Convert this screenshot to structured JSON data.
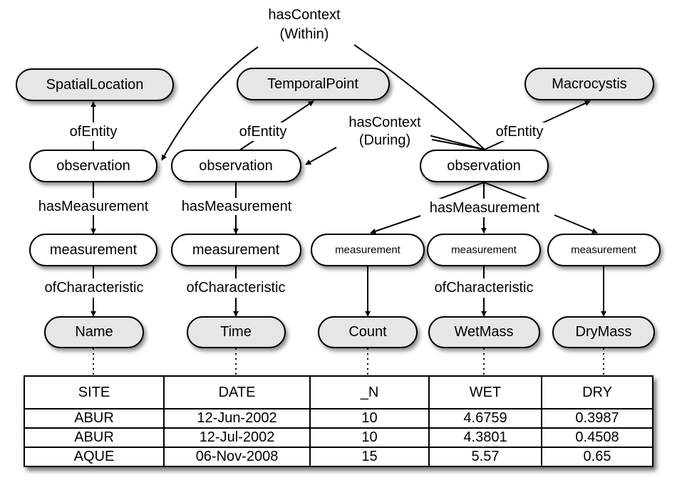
{
  "edge_labels": {
    "has_context_within_1": "hasContext",
    "has_context_within_2": "(Within)",
    "has_context_during_1": "hasContext",
    "has_context_during_2": "(During)",
    "of_entity": "ofEntity",
    "has_measurement": "hasMeasurement",
    "of_characteristic": "ofCharacteristic"
  },
  "entities": {
    "spatial": "SpatialLocation",
    "temporal": "TemporalPoint",
    "macro": "Macrocystis"
  },
  "observations": {
    "label": "observation"
  },
  "measurements": {
    "label": "measurement"
  },
  "characteristics": {
    "name": "Name",
    "time": "Time",
    "count": "Count",
    "wetmass": "WetMass",
    "drymass": "DryMass"
  },
  "table": {
    "headers": [
      "SITE",
      "DATE",
      "_N",
      "WET",
      "DRY"
    ],
    "rows": [
      [
        "ABUR",
        "12-Jun-2002",
        "10",
        "4.6759",
        "0.3987"
      ],
      [
        "ABUR",
        "12-Jul-2002",
        "10",
        "4.3801",
        "0.4508"
      ],
      [
        "AQUE",
        "06-Nov-2008",
        "15",
        "5.57",
        "0.65"
      ]
    ]
  }
}
